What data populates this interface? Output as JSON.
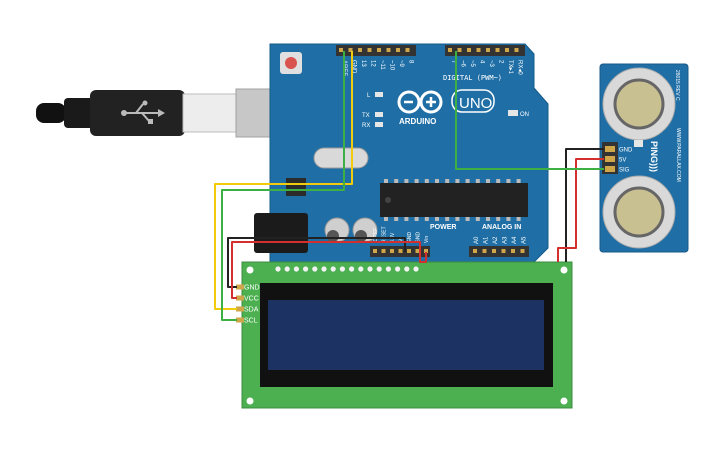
{
  "arduino": {
    "brand": "ARDUINO",
    "model": "UNO",
    "digital_label": "DIGITAL (PWM~)",
    "power_label": "POWER",
    "analog_label": "ANALOG IN",
    "led_on": "ON",
    "led_l": "L",
    "led_tx": "TX",
    "led_rx": "RX",
    "top_pins": [
      "AREF",
      "GND",
      "13",
      "12",
      "~11",
      "~10",
      "~9",
      "8",
      "7",
      "~6",
      "~5",
      "4",
      "~3",
      "2",
      "TX▸1",
      "RX◂0"
    ],
    "power_pins": [
      "IOREF",
      "RESET",
      "3.3V",
      "5V",
      "GND",
      "GND",
      "Vin"
    ],
    "analog_pins": [
      "A0",
      "A1",
      "A2",
      "A3",
      "A4",
      "A5"
    ],
    "board_color": "#1f6fa6"
  },
  "lcd": {
    "pin_labels": [
      "GND",
      "VCC",
      "SDA",
      "SCL"
    ],
    "pcb_color": "#4caf50",
    "screen_color": "#1b3263"
  },
  "sensor": {
    "name": "PING)))",
    "url": "WWW.PARALLAX.COM",
    "rev": "28015 REV C",
    "pins": [
      "GND",
      "5V",
      "SIG"
    ],
    "pcb_color": "#1f6fa6"
  },
  "wires": {
    "colors": {
      "red": "#d32f2f",
      "black": "#222222",
      "yellow": "#f2cc0c",
      "green": "#3cb043"
    }
  }
}
